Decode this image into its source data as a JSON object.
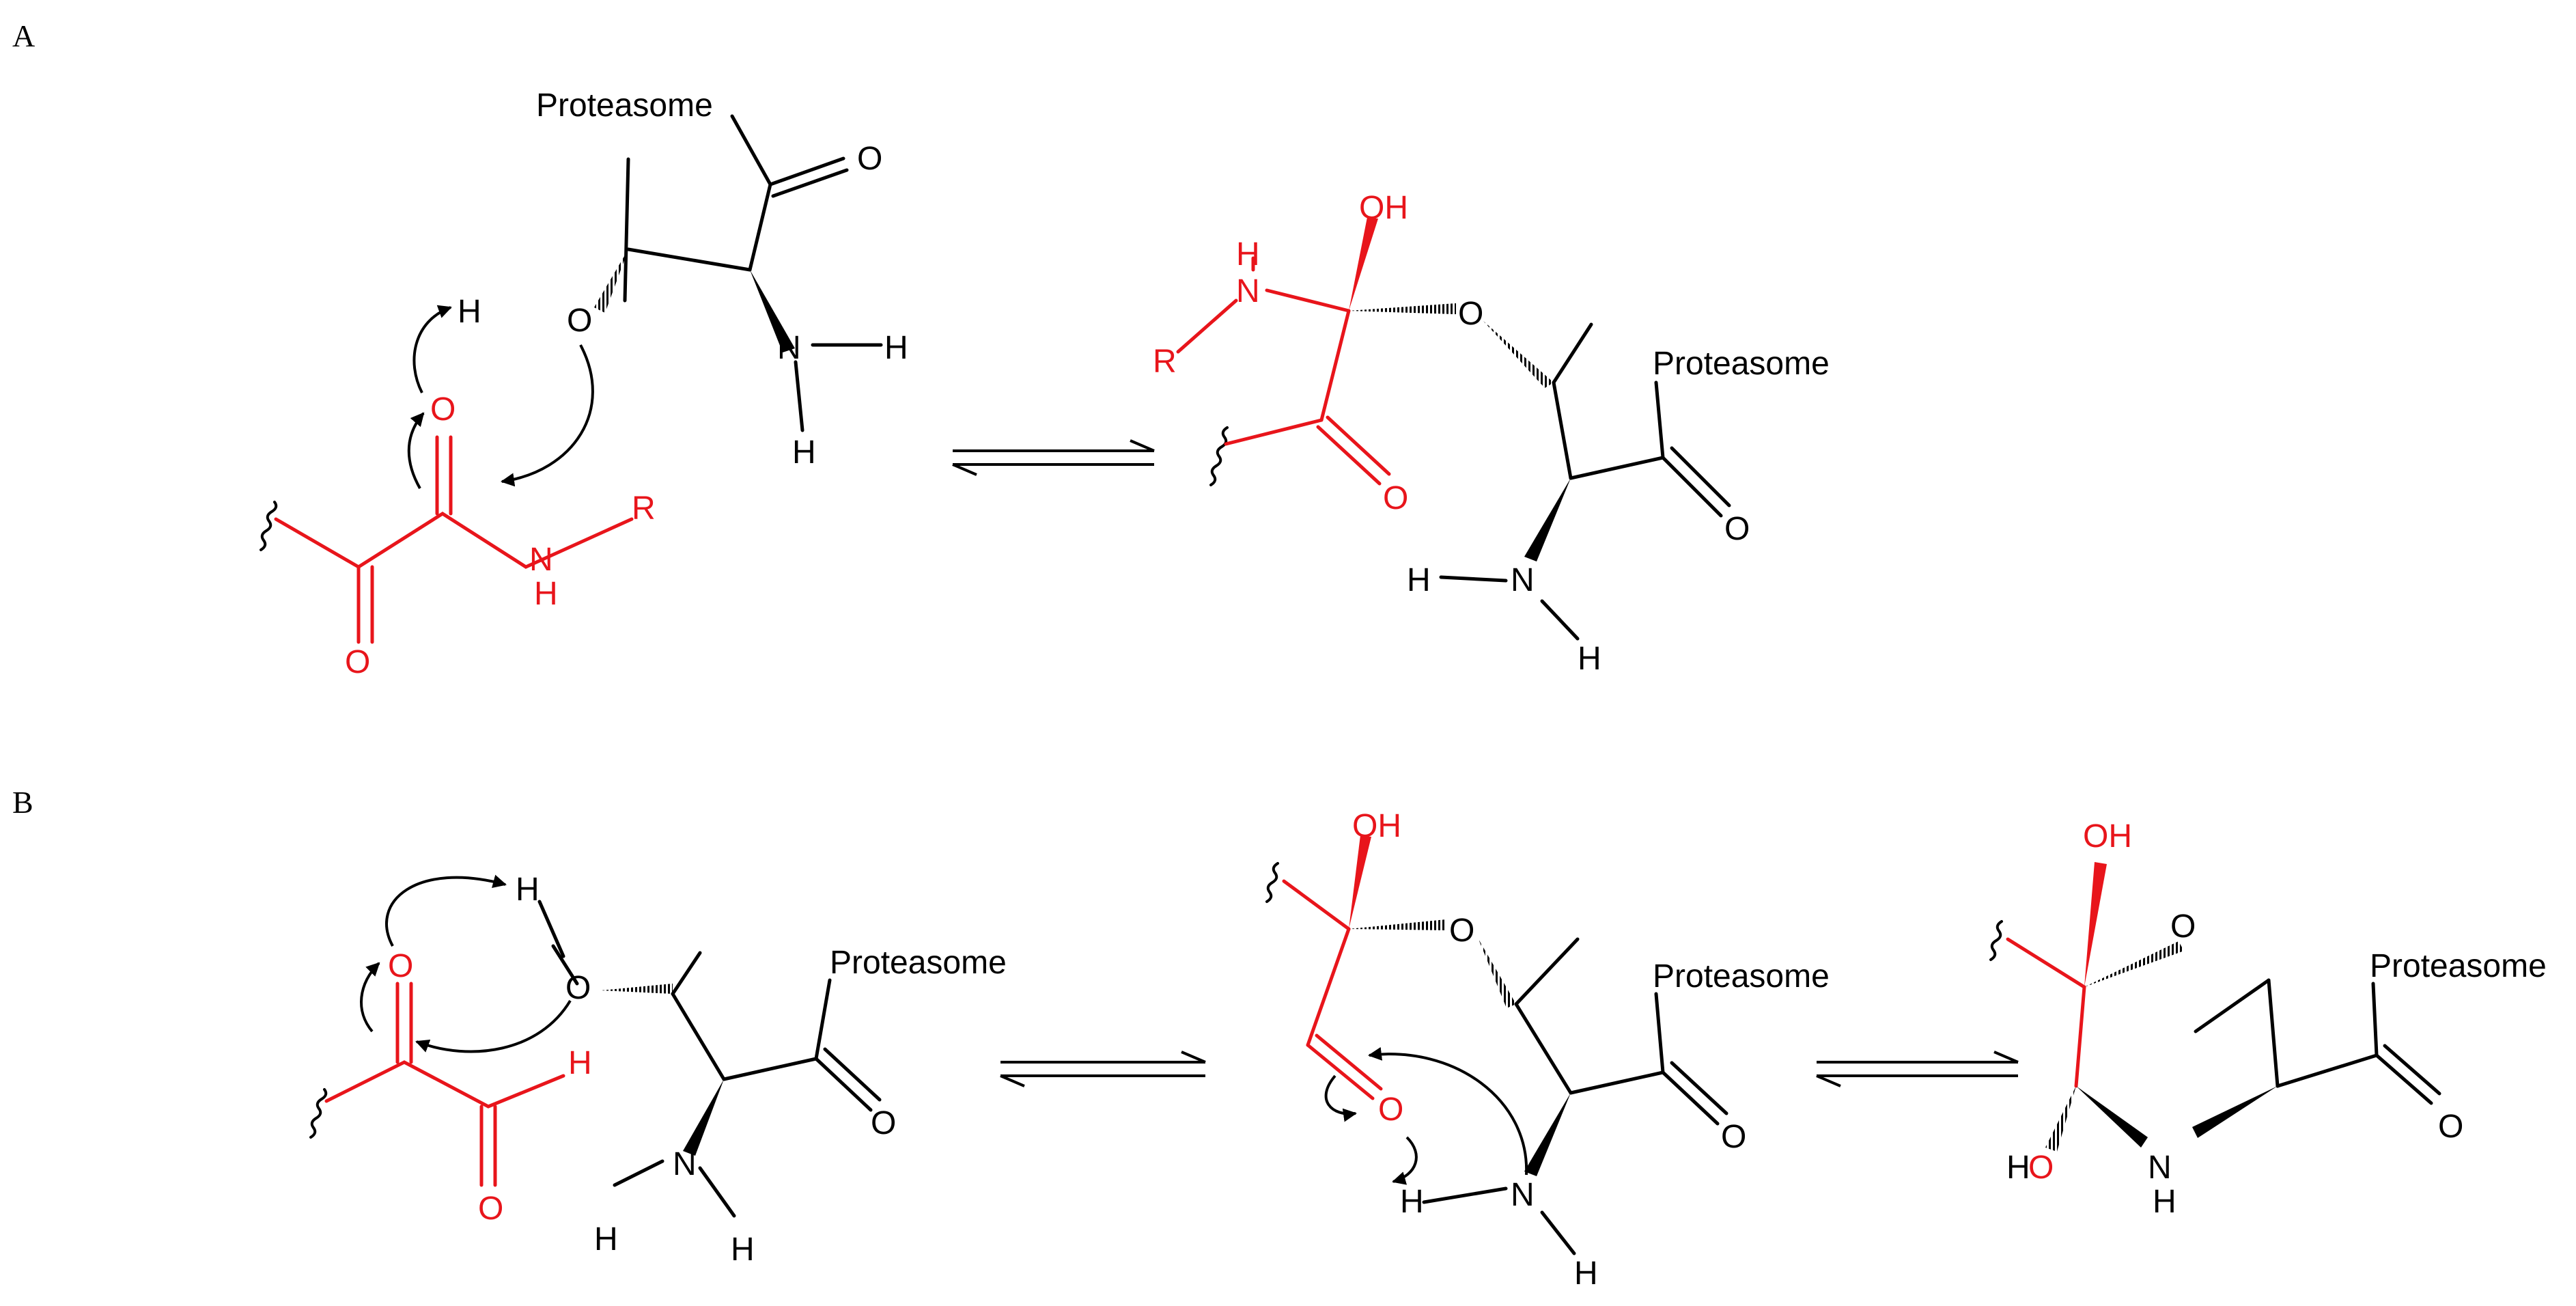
{
  "panels": [
    {
      "id": "A",
      "label": "A"
    },
    {
      "id": "B",
      "label": "B"
    }
  ],
  "colors": {
    "bond": "#000000",
    "highlight": "#e8151b"
  },
  "labels": {
    "proteasome": "Proteasome",
    "O": "O",
    "H": "H",
    "N": "N",
    "R": "R",
    "OH": "OH",
    "HO": "HO",
    "NH": "NH"
  }
}
